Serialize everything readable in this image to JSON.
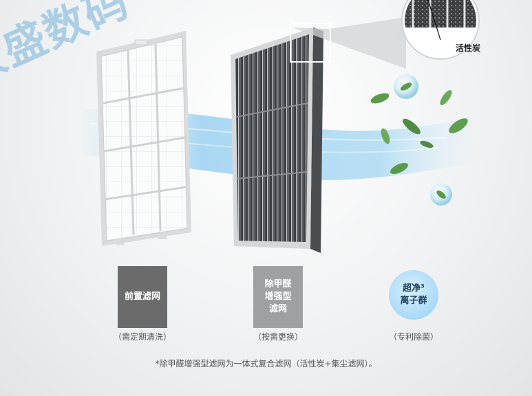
{
  "watermark": "大盛数码",
  "callout": {
    "label": "活性炭"
  },
  "filters": [
    {
      "box_label": "前置滤网",
      "caption": "（需定期清洗）"
    },
    {
      "box_label": "除甲醛增强型滤网",
      "caption": "（按需更换）"
    },
    {
      "box_label": "超净³离子群",
      "caption": "（专利除菌）"
    }
  ],
  "labels": {
    "hepa_line1": "除甲醛",
    "hepa_line2": "增强型",
    "hepa_line3": "滤网",
    "ion_line1": "超净³",
    "ion_line2": "离子群"
  },
  "footnote": "*除甲醛增强型滤网为一体式复合滤网（活性炭+集尘滤网）。",
  "colors": {
    "prefilter_box": "#6b6b6b",
    "hepa_box": "#9ea0a2",
    "ion_circle": "#a9d9f7",
    "airflow": "#8ecbf0",
    "leaf": "#5a9a4a"
  }
}
